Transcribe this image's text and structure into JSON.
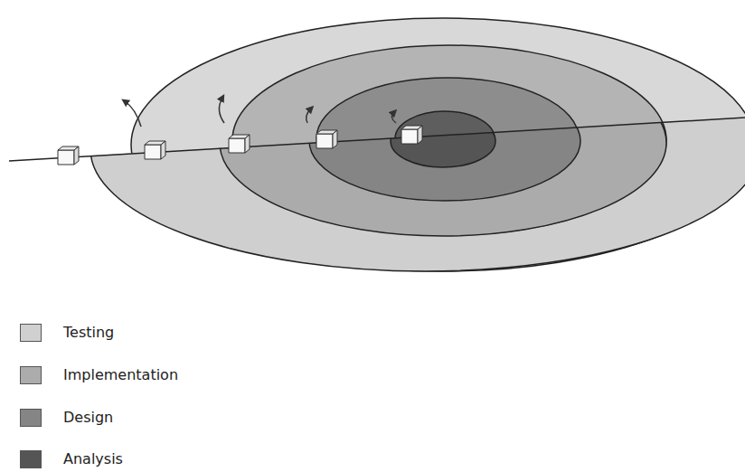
{
  "diagram": {
    "legend": [
      {
        "text": "Testing",
        "color": "#d0d0d0"
      },
      {
        "text": "Implementation",
        "color": "#acacac"
      },
      {
        "text": "Design",
        "color": "#858585"
      },
      {
        "text": "Analysis",
        "color": "#555555"
      }
    ]
  }
}
